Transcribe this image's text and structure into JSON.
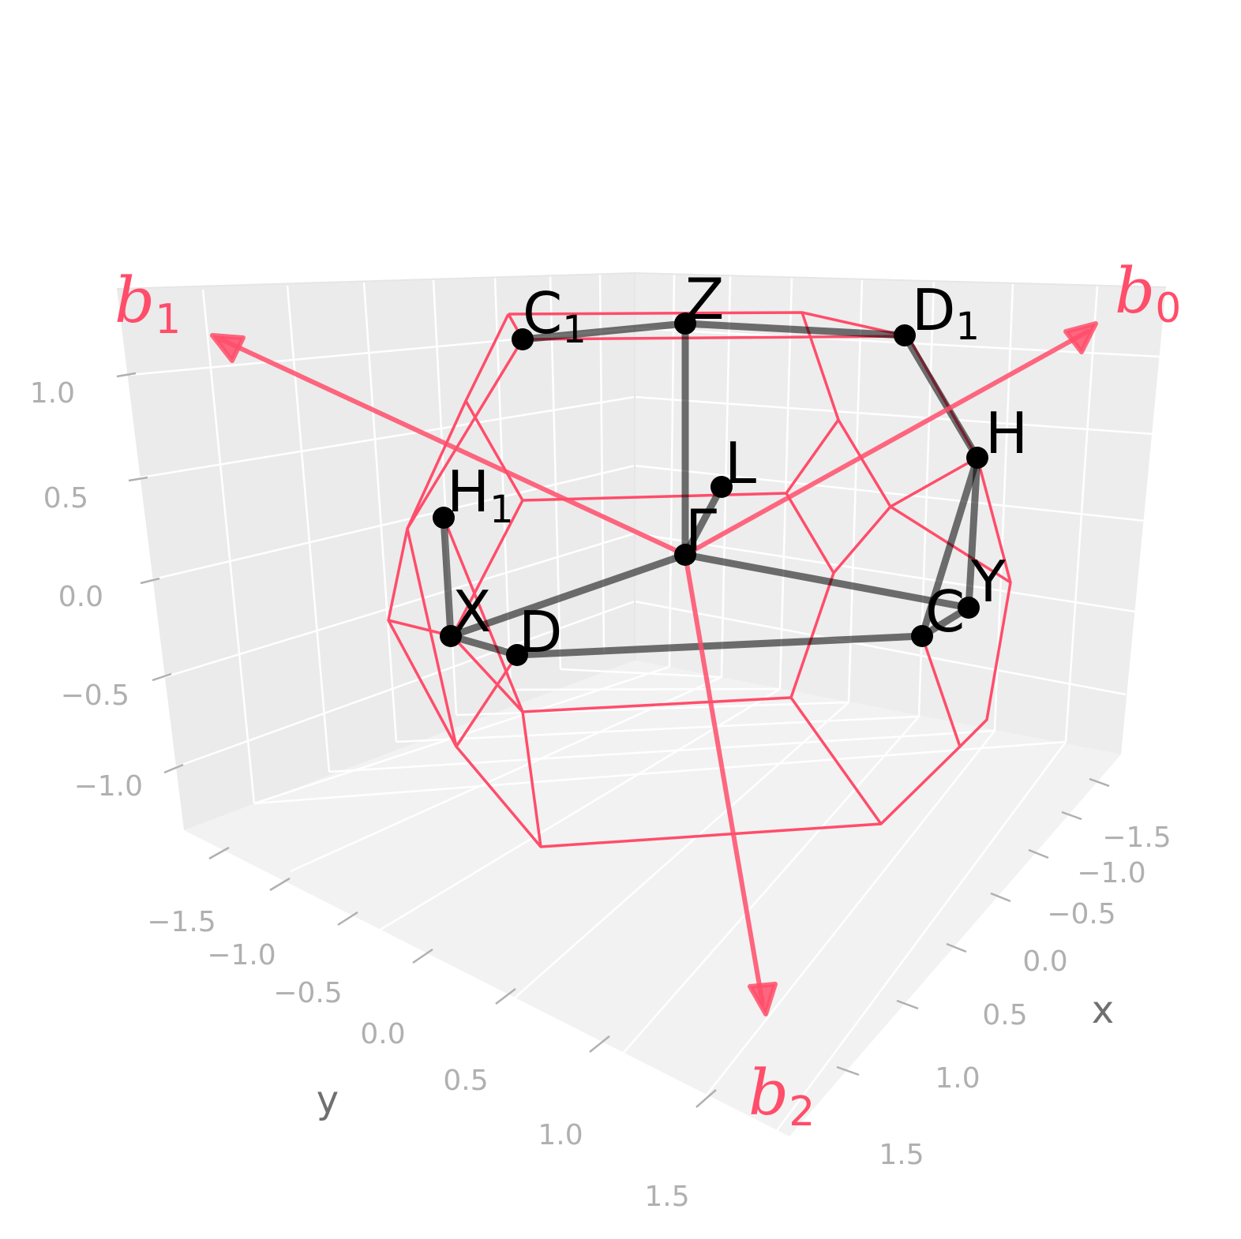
{
  "axes": {
    "x_label": "x",
    "y_label": "y",
    "x_ticks": [
      "−1.5",
      "−1.0",
      "−0.5",
      "0.0",
      "0.5",
      "1.0",
      "1.5"
    ],
    "y_ticks": [
      "−1.5",
      "−1.0",
      "−0.5",
      "0.0",
      "0.5",
      "1.0",
      "1.5"
    ],
    "z_ticks": [
      "1.0",
      "0.5",
      "0.0",
      "−0.5",
      "−1.0"
    ]
  },
  "points": {
    "Z": {
      "base": "Z",
      "sub": ""
    },
    "C1": {
      "base": "C",
      "sub": "1"
    },
    "D1": {
      "base": "D",
      "sub": "1"
    },
    "H": {
      "base": "H",
      "sub": ""
    },
    "L": {
      "base": "L",
      "sub": ""
    },
    "H1": {
      "base": "H",
      "sub": "1"
    },
    "Gamma": {
      "base": "Γ",
      "sub": ""
    },
    "Y": {
      "base": "Y",
      "sub": ""
    },
    "C": {
      "base": "C",
      "sub": ""
    },
    "X": {
      "base": "X",
      "sub": ""
    },
    "D": {
      "base": "D",
      "sub": ""
    }
  },
  "vectors": {
    "b0": {
      "base": "b",
      "sub": "0"
    },
    "b1": {
      "base": "b",
      "sub": "1"
    },
    "b2": {
      "base": "b",
      "sub": "2"
    }
  },
  "colors": {
    "brillouin_zone": "#ff4d6a",
    "path": "#000000",
    "pane": "#f2f2f2",
    "grid": "#ffffff"
  }
}
